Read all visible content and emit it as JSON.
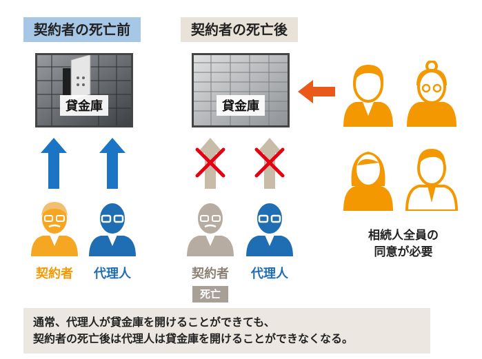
{
  "headers": {
    "before": "契約者の死亡前",
    "after": "契約者の死亡後"
  },
  "vault": {
    "label_before": "貸金庫",
    "label_after": "貸金庫"
  },
  "people": {
    "contractor_label": "契約者",
    "agent_label": "代理人",
    "contractor_after_label": "契約者",
    "agent_after_label": "代理人",
    "deceased_badge": "死亡"
  },
  "heirs": {
    "caption_line1": "相続人全員の",
    "caption_line2": "同意が必要"
  },
  "note": {
    "line1": "通常、代理人が貸金庫を開けることができても、",
    "line2": "契約者の死亡後は代理人は貸金庫を開けることができなくなる。"
  },
  "colors": {
    "contractor": "#f5a623",
    "agent": "#1f6db3",
    "arrow_blue": "#1c74c4",
    "arrow_beige": "#c8bca8",
    "heir_orange": "#f39800",
    "cross_red": "#e60012",
    "deceased_gray": "#b7aca1"
  },
  "icons": {
    "person": "person-icon",
    "cross": "cross-icon",
    "arrow_up": "arrow-up-icon",
    "arrow_left": "arrow-left-icon",
    "vault": "safe-deposit-box-icon"
  }
}
